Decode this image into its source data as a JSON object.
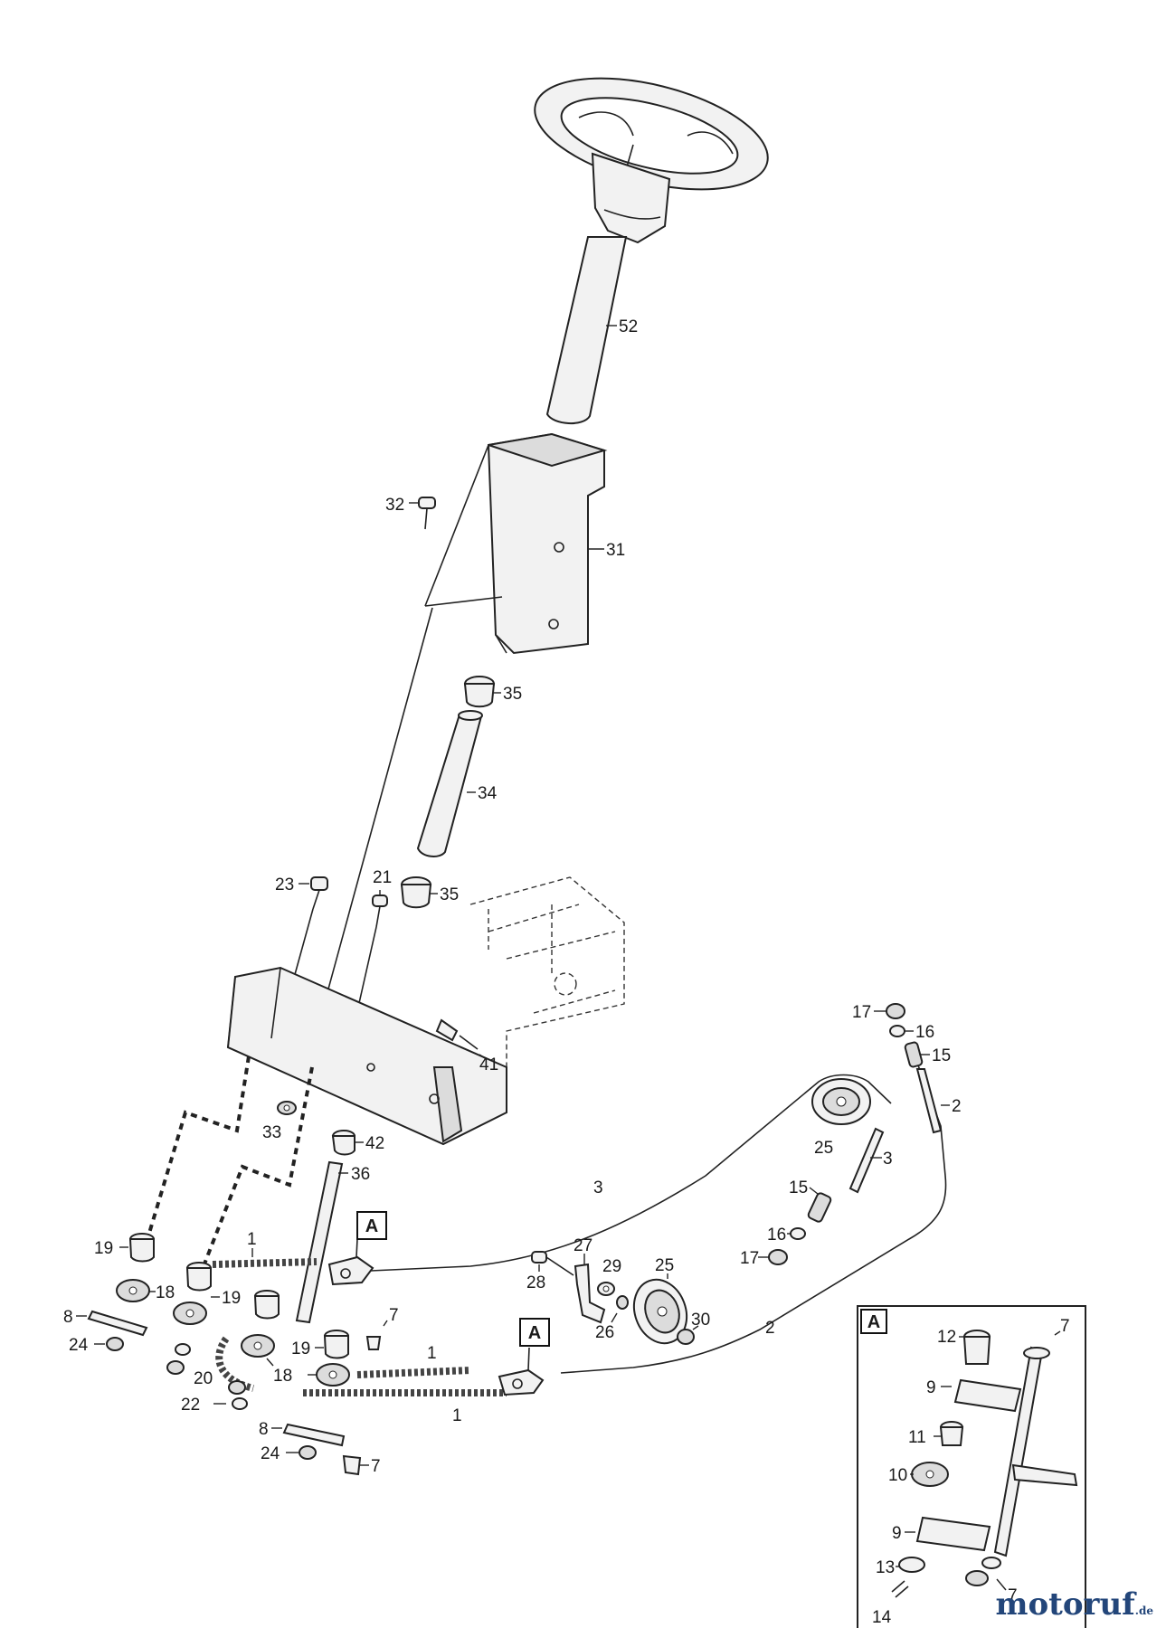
{
  "callouts": [
    {
      "id": "c52",
      "text": "52"
    },
    {
      "id": "c32",
      "text": "32"
    },
    {
      "id": "c31",
      "text": "31"
    },
    {
      "id": "c35a",
      "text": "35"
    },
    {
      "id": "c34",
      "text": "34"
    },
    {
      "id": "c23",
      "text": "23"
    },
    {
      "id": "c21",
      "text": "21"
    },
    {
      "id": "c35b",
      "text": "35"
    },
    {
      "id": "c41",
      "text": "41"
    },
    {
      "id": "c33",
      "text": "33"
    },
    {
      "id": "c42",
      "text": "42"
    },
    {
      "id": "c36",
      "text": "36"
    },
    {
      "id": "c17a",
      "text": "17"
    },
    {
      "id": "c16a",
      "text": "16"
    },
    {
      "id": "c15a",
      "text": "15"
    },
    {
      "id": "c2a",
      "text": "2"
    },
    {
      "id": "c25a",
      "text": "25"
    },
    {
      "id": "c3a",
      "text": "3"
    },
    {
      "id": "c3b",
      "text": "3"
    },
    {
      "id": "c15b",
      "text": "15"
    },
    {
      "id": "c16b",
      "text": "16"
    },
    {
      "id": "c17b",
      "text": "17"
    },
    {
      "id": "c1a",
      "text": "1"
    },
    {
      "id": "c19a",
      "text": "19"
    },
    {
      "id": "c18a",
      "text": "18"
    },
    {
      "id": "c19b",
      "text": "19"
    },
    {
      "id": "c8a",
      "text": "8"
    },
    {
      "id": "c24a",
      "text": "24"
    },
    {
      "id": "c20",
      "text": "20"
    },
    {
      "id": "c22",
      "text": "22"
    },
    {
      "id": "c27",
      "text": "27"
    },
    {
      "id": "c28",
      "text": "28"
    },
    {
      "id": "c29",
      "text": "29"
    },
    {
      "id": "c25b",
      "text": "25"
    },
    {
      "id": "c26",
      "text": "26"
    },
    {
      "id": "c30",
      "text": "30"
    },
    {
      "id": "c2b",
      "text": "2"
    },
    {
      "id": "c7a",
      "text": "7"
    },
    {
      "id": "c19c",
      "text": "19"
    },
    {
      "id": "c18b",
      "text": "18"
    },
    {
      "id": "c1b",
      "text": "1"
    },
    {
      "id": "c1c",
      "text": "1"
    },
    {
      "id": "c8b",
      "text": "8"
    },
    {
      "id": "c24b",
      "text": "24"
    },
    {
      "id": "c7b",
      "text": "7"
    },
    {
      "id": "i12",
      "text": "12"
    },
    {
      "id": "i7a",
      "text": "7"
    },
    {
      "id": "i9a",
      "text": "9"
    },
    {
      "id": "i11",
      "text": "11"
    },
    {
      "id": "i10",
      "text": "10"
    },
    {
      "id": "i9b",
      "text": "9"
    },
    {
      "id": "i13",
      "text": "13"
    },
    {
      "id": "i7b",
      "text": "7"
    },
    {
      "id": "i14",
      "text": "14"
    }
  ],
  "detail_markers": [
    {
      "id": "mA1",
      "text": "A"
    },
    {
      "id": "mA2",
      "text": "A"
    }
  ],
  "inset": {
    "label": "A"
  },
  "watermark": {
    "brand": "motoruf",
    "tld": ".de"
  }
}
